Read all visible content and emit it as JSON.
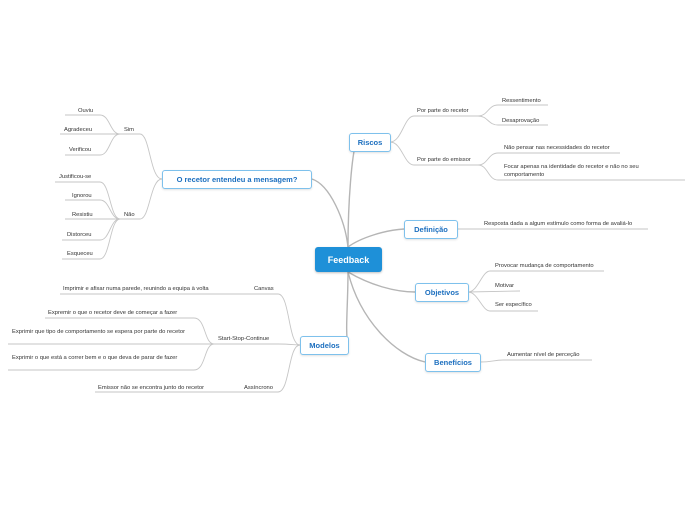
{
  "root": "Feedback",
  "nodes": {
    "riscos": "Riscos",
    "definicao": "Definição",
    "objetivos": "Objetivos",
    "beneficios": "Benefícios",
    "modelos": "Modelos",
    "recetor": "O recetor entendeu a mensagem?"
  },
  "riscos": {
    "recetor": "Por parte do recetor",
    "ressentimento": "Ressentimento",
    "desaprovacao": "Desaprovação",
    "emissor": "Por parte do emissor",
    "nao_pensar": "Não pensar nas necessidades do recetor",
    "focar": "Focar apenas na identidade do recetor e não no seu comportamento"
  },
  "definicao": {
    "resposta": "Resposta dada a algum estímulo como forma de avaliá-lo"
  },
  "objetivos": {
    "provocar": "Provocar mudança de comportamento",
    "motivar": "Motivar",
    "especifico": "Ser específico"
  },
  "beneficios": {
    "aumentar": "Aumentar nível de perceção"
  },
  "modelos": {
    "canvas": "Canvas",
    "imprimir": "Imprimir e afixar numa parede, reunindo a equipa à volta",
    "ssc": "Start-Stop-Continue",
    "start": "Expremir o que o recetor deve de começar a fazer",
    "continue": "Exprimir que tipo de comportamento se espera por parte do recetor",
    "stop": "Exprimir o que está a correr bem e o que deva de parar de fazer",
    "assincrono": "Assíncrono",
    "emissor": "Emissor não se encontra junto do recetor"
  },
  "recetor": {
    "sim": "Sim",
    "ouviu": "Ouviu",
    "agradeceu": "Agradeceu",
    "verificou": "Verificou",
    "nao": "Não",
    "justificou": "Justificou-se",
    "ignorou": "Ignorou",
    "resistiu": "Resistiu",
    "distorceu": "Distorceu",
    "esqueceu": "Esqueceu"
  }
}
